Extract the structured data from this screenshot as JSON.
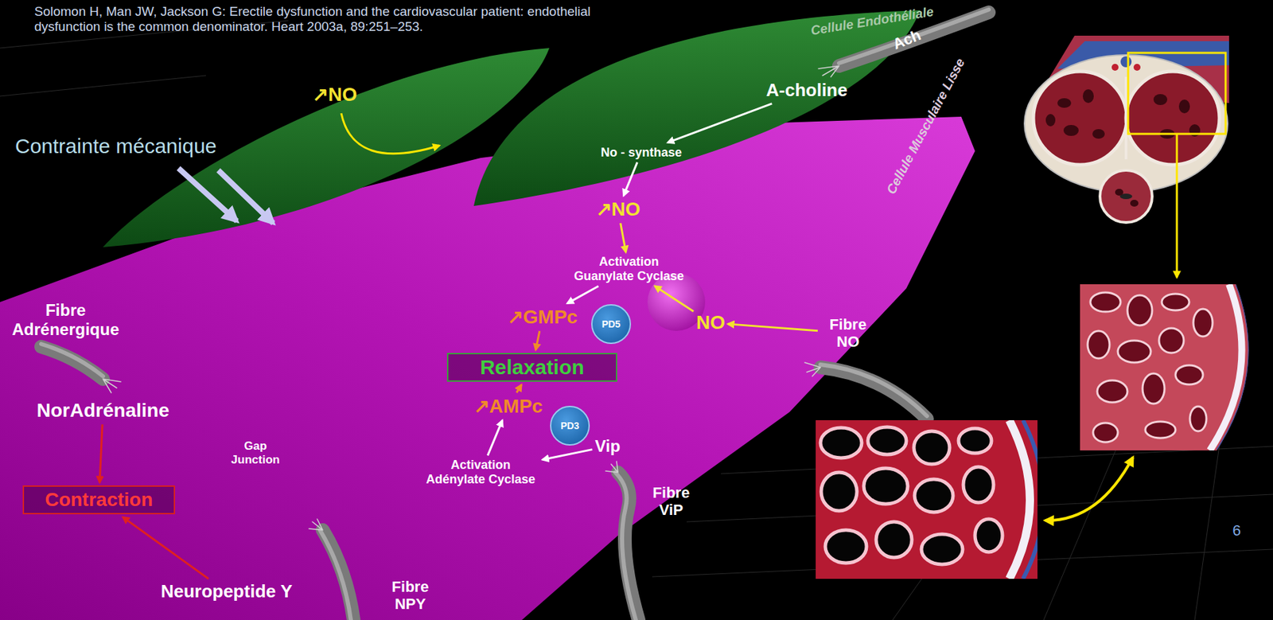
{
  "diagram": {
    "nodes": [
      {
        "text": [
          "A-choline"
        ]
      },
      {
        "text": [
          "No - synthase"
        ]
      },
      {
        "text": [
          "↗NO"
        ]
      },
      {
        "text": [
          "Activation Guanylate Cyclase"
        ]
      },
      {
        "text": [
          "↗GMPc"
        ]
      },
      {
        "text": [
          "PD5"
        ]
      },
      {
        "text": [
          "Relaxation"
        ]
      },
      {
        "text": [
          "NO"
        ]
      },
      {
        "text": [
          "Fibre NO"
        ]
      },
      {
        "text": [
          "↗AMPc"
        ]
      },
      {
        "text": [
          "PD3"
        ]
      },
      {
        "text": [
          "Activation Adénylate Cyclase"
        ]
      },
      {
        "text": [
          "Vip"
        ]
      },
      {
        "text": [
          "NorAdrénaline"
        ]
      },
      {
        "text": [
          "Contraction"
        ]
      },
      {
        "text": [
          "Neuropeptide Y"
        ]
      }
    ],
    "edges": [
      {
        "from": 0,
        "to": 1,
        "arrow": "to"
      },
      {
        "from": 1,
        "to": 2,
        "arrow": "to"
      },
      {
        "from": 2,
        "to": 3,
        "arrow": "to"
      },
      {
        "from": 3,
        "to": 4,
        "arrow": "to"
      },
      {
        "from": 4,
        "to": 6,
        "arrow": "to"
      },
      {
        "from": 8,
        "to": 7,
        "arrow": "to"
      },
      {
        "from": 7,
        "to": 3,
        "arrow": "to"
      },
      {
        "from": 9,
        "to": 6,
        "arrow": "to"
      },
      {
        "from": 11,
        "to": 9,
        "arrow": "to"
      },
      {
        "from": 12,
        "to": 11,
        "arrow": "to"
      },
      {
        "from": 13,
        "to": 14,
        "arrow": "to"
      },
      {
        "from": 15,
        "to": 14,
        "arrow": "to"
      }
    ],
    "labels": [
      "Solomon H, Man JW, Jackson G: Erectile dysfunction and the cardiovascular patient: endothelial dysfunction is the common denominator. Heart 2003a, 89:251–253.",
      "Cellule Endothéliale",
      "Ach",
      "Contrainte mécanique",
      "↗NO",
      "Fibre Adrénergique",
      "Cellule Musculaire Lisse",
      "Gap Junction",
      "Fibre ViP",
      "Fibre NPY",
      "6"
    ]
  }
}
